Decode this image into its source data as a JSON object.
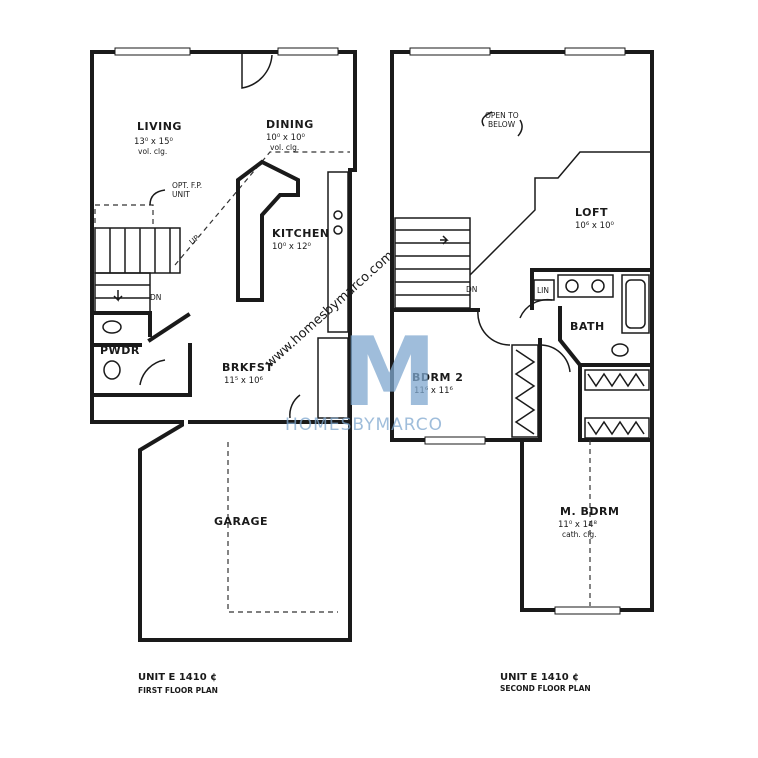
{
  "first_floor": {
    "rooms": [
      {
        "name": "LIVING",
        "dims": "13⁰ x 15⁰",
        "note": "vol. clg."
      },
      {
        "name": "DINING",
        "dims": "10⁰ x 10⁰",
        "note": "vol. clg."
      },
      {
        "name": "KITCHEN",
        "dims": "10⁰ x 12⁰"
      },
      {
        "name": "BRKFST",
        "dims": "11⁵ x 10⁶"
      },
      {
        "name": "PWDR"
      },
      {
        "name": "GARAGE"
      }
    ],
    "annotations": [
      "OPT. F.P.",
      "UNIT",
      "DN",
      "UP"
    ],
    "caption_unit": "UNIT E    1410 ¢",
    "caption_plan": "FIRST FLOOR PLAN"
  },
  "second_floor": {
    "rooms": [
      {
        "name": "LOFT",
        "dims": "10⁶ x 10⁰"
      },
      {
        "name": "BATH"
      },
      {
        "name": "BDRM 2",
        "dims": "11⁶ x 11⁶"
      },
      {
        "name": "M. BDRM",
        "dims": "11⁰ x 14⁸",
        "note": "cath. clg."
      }
    ],
    "annotations": [
      "OPEN TO",
      "BELOW",
      "DN",
      "LIN"
    ],
    "caption_unit": "UNIT E    1410 ¢",
    "caption_plan": "SECOND FLOOR PLAN"
  },
  "watermark": {
    "url": "www.homesbymarco.com",
    "brand": "HOMESBYMARCO",
    "logo_letter": "M",
    "color": "#7fa8cf"
  }
}
